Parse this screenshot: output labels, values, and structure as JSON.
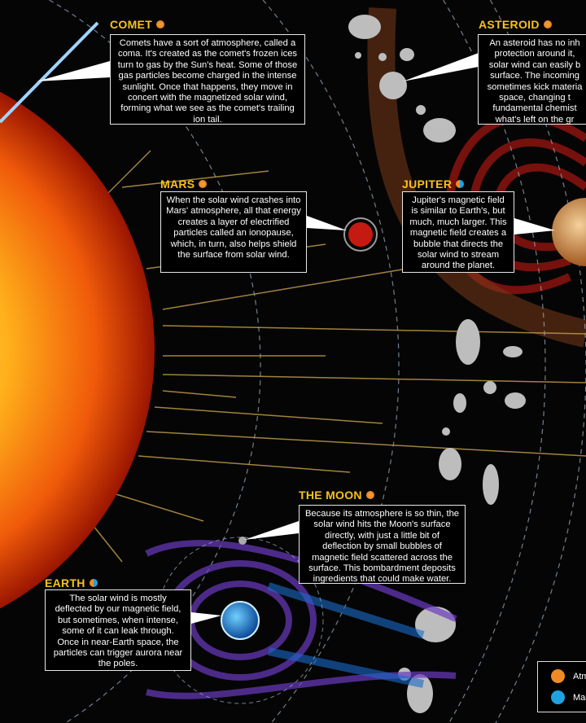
{
  "comet": {
    "title": "COMET",
    "text": "Comets have a sort of atmosphere, called a coma. It's created as the comet's frozen ices turn to gas by the Sun's heat. Some of those gas particles become charged in the intense sunlight. Once that happens, they move in concert with the magnetized solar wind, forming what we see as the comet's trailing ion tail."
  },
  "asteroid": {
    "title": "ASTEROID",
    "text": "An asteroid has no inh\nprotection around it,\nsolar wind can easily b\nsurface.  The incoming\nsometimes kick materia\nspace, changing t\nfundamental chemist\nwhat's left on the gr"
  },
  "mars": {
    "title": "MARS",
    "text": "When the solar wind crashes into Mars' atmosphere, all that energy creates a layer of electrified particles called an ionopause, which, in turn, also helps shield the surface from solar wind."
  },
  "jupiter": {
    "title": "JUPITER",
    "text": "Jupiter's magnetic field is similar to Earth's, but much, much larger. This magnetic field creates a bubble that directs the solar wind to stream around the planet."
  },
  "moon": {
    "title": "THE MOON",
    "text": "Because its atmosphere is so thin, the solar wind hits the Moon's surface directly, with just a little bit of deflection by small bubbles of magnetic field scattered across the surface. This bombardment deposits ingredients that could make water."
  },
  "earth": {
    "title": "EARTH",
    "text": "The solar wind is mostly deflected by our magnetic field, but sometimes, when intense, some of it can leak through. Once in near-Earth space, the particles can trigger aurora near the poles."
  },
  "legend": {
    "items": [
      {
        "label": "Atm",
        "color": "#f08a24"
      },
      {
        "label": "Mag",
        "color": "#1fa3e0"
      }
    ]
  },
  "colors": {
    "heading": "#f6c21a",
    "sun": "#f05a0a",
    "wind_arrow": "#c9a24a",
    "orbit": "#9fb4c8"
  }
}
